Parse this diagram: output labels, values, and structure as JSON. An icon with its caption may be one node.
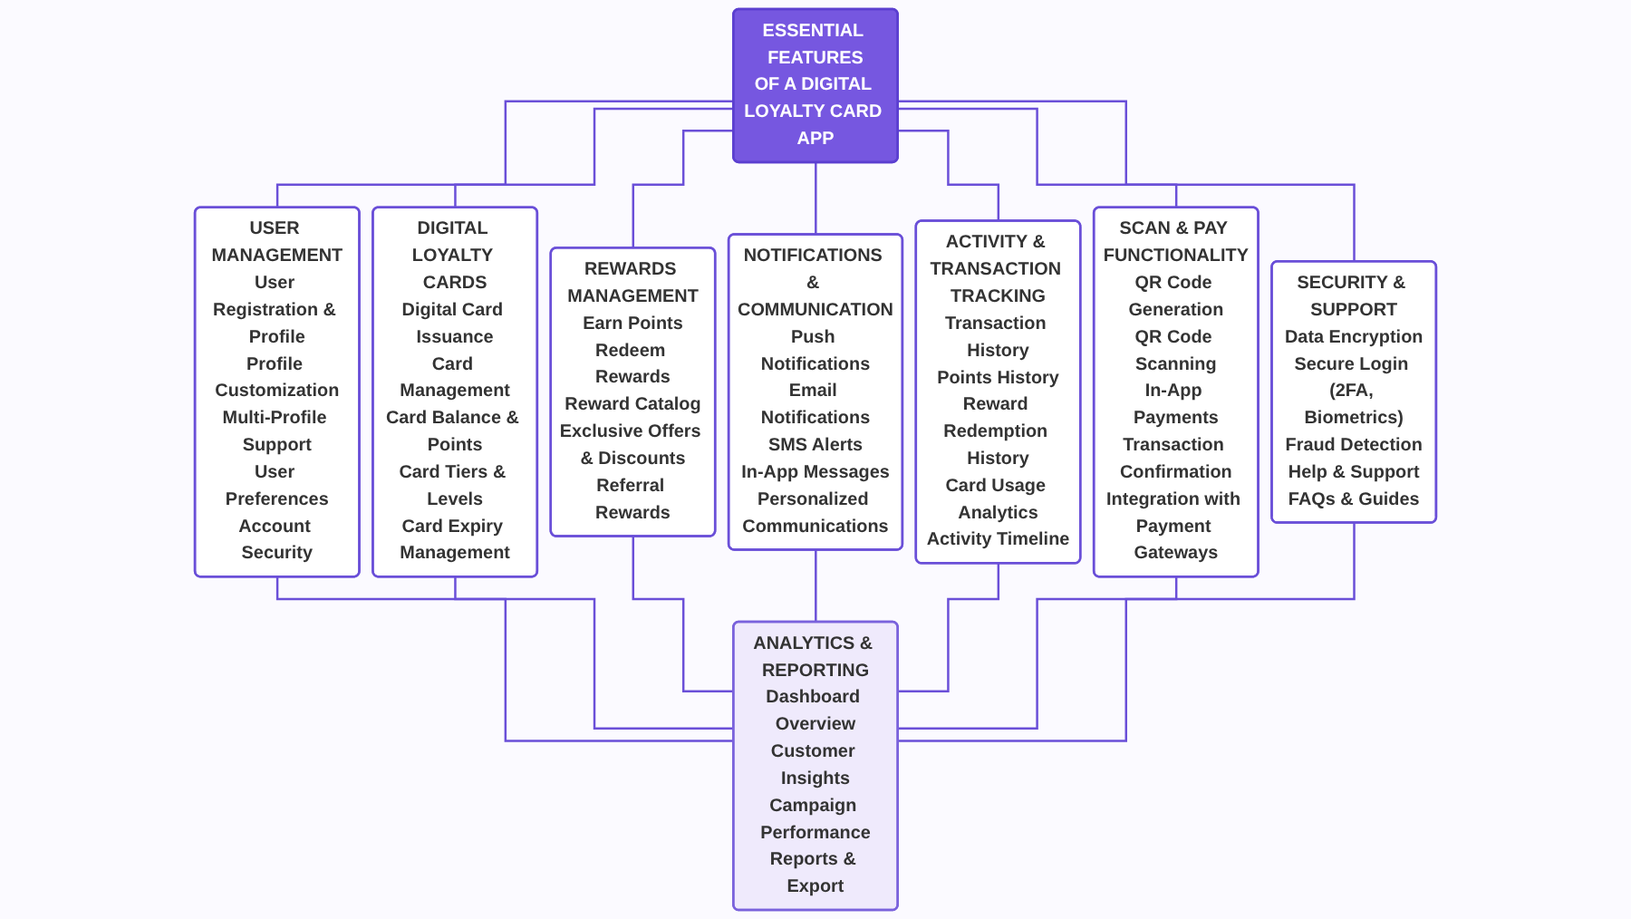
{
  "diagram": {
    "nodes": [
      {
        "text": [
          "ESSENTIAL FEATURES",
          "OF A DIGITAL LOYALTY CARD APP"
        ]
      },
      {
        "text": [
          "USER MANAGEMENT",
          "User Registration & Profile",
          "Profile Customization",
          "Multi-Profile Support",
          "User Preferences",
          "Account Security"
        ]
      },
      {
        "text": [
          "DIGITAL LOYALTY CARDS",
          "Digital Card Issuance",
          "Card Management",
          "Card Balance & Points",
          "Card Tiers & Levels",
          "Card Expiry Management"
        ]
      },
      {
        "text": [
          "REWARDS MANAGEMENT",
          "Earn Points",
          "Redeem Rewards",
          "Reward Catalog",
          "Exclusive Offers & Discounts",
          "Referral Rewards"
        ]
      },
      {
        "text": [
          "NOTIFICATIONS & COMMUNICATION",
          "Push Notifications",
          "Email Notifications",
          "SMS Alerts",
          "In-App Messages",
          "Personalized Communications"
        ]
      },
      {
        "text": [
          "ACTIVITY & TRANSACTION TRACKING",
          "Transaction History",
          "Points History",
          "Reward Redemption History",
          "Card Usage Analytics",
          "Activity Timeline"
        ]
      },
      {
        "text": [
          "SCAN & PAY FUNCTIONALITY",
          "QR Code Generation",
          "QR Code Scanning",
          "In-App Payments",
          "Transaction Confirmation",
          "Integration with Payment Gateways"
        ]
      },
      {
        "text": [
          "SECURITY & SUPPORT",
          "Data Encryption",
          "Secure Login (2FA, Biometrics)",
          "Fraud Detection",
          "Help & Support",
          "FAQs & Guides"
        ]
      },
      {
        "text": [
          "ANALYTICS & REPORTING",
          "Dashboard Overview",
          "Customer Insights",
          "Campaign Performance",
          "Reports & Export"
        ]
      }
    ],
    "edges": [
      {
        "from": 0,
        "to": 1,
        "arrow": "none"
      },
      {
        "from": 0,
        "to": 2,
        "arrow": "none"
      },
      {
        "from": 0,
        "to": 3,
        "arrow": "none"
      },
      {
        "from": 0,
        "to": 4,
        "arrow": "none"
      },
      {
        "from": 0,
        "to": 5,
        "arrow": "none"
      },
      {
        "from": 0,
        "to": 6,
        "arrow": "none"
      },
      {
        "from": 0,
        "to": 7,
        "arrow": "none"
      },
      {
        "from": 1,
        "to": 8,
        "arrow": "none"
      },
      {
        "from": 2,
        "to": 8,
        "arrow": "none"
      },
      {
        "from": 3,
        "to": 8,
        "arrow": "none"
      },
      {
        "from": 4,
        "to": 8,
        "arrow": "none"
      },
      {
        "from": 5,
        "to": 8,
        "arrow": "none"
      },
      {
        "from": 6,
        "to": 8,
        "arrow": "none"
      },
      {
        "from": 7,
        "to": 8,
        "arrow": "none"
      }
    ]
  }
}
